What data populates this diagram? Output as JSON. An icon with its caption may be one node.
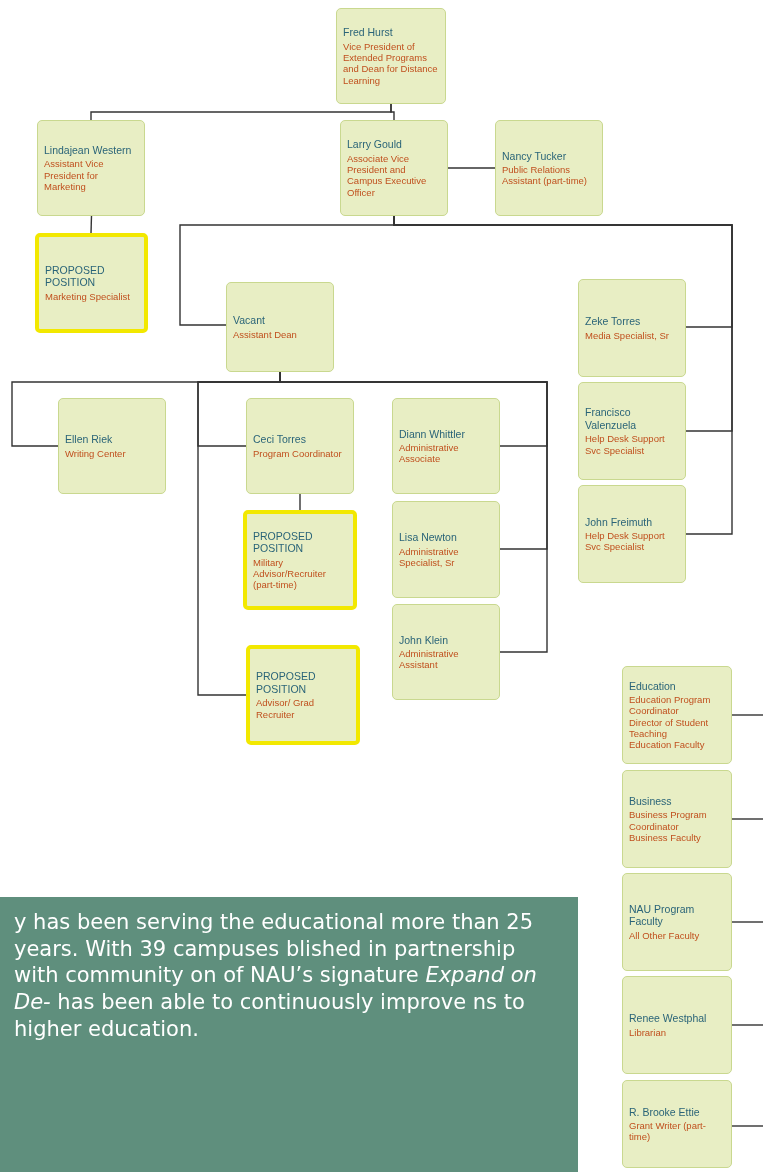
{
  "diagram": {
    "nodes": [
      {
        "text": [
          "Fred Hurst",
          "Vice President of Extended Programs and Dean for Distance Learning"
        ]
      },
      {
        "text": [
          "Lindajean Western",
          "Assistant Vice President for Marketing"
        ]
      },
      {
        "text": [
          "Larry Gould",
          "Associate Vice President and Campus Executive Officer"
        ]
      },
      {
        "text": [
          "Nancy Tucker",
          "Public Relations Assistant (part-time)"
        ]
      },
      {
        "text": [
          "PROPOSED POSITION",
          "Marketing Specialist"
        ]
      },
      {
        "text": [
          "Vacant",
          "Assistant Dean"
        ]
      },
      {
        "text": [
          "Zeke Torres",
          "Media Specialist, Sr"
        ]
      },
      {
        "text": [
          "Francisco Valenzuela",
          "Help Desk Support Svc Specialist"
        ]
      },
      {
        "text": [
          "John Freimuth",
          "Help Desk Support Svc Specialist"
        ]
      },
      {
        "text": [
          "Ellen Riek",
          "Writing Center"
        ]
      },
      {
        "text": [
          "Ceci Torres",
          "Program Coordinator"
        ]
      },
      {
        "text": [
          "Diann Whittler",
          "Administrative Associate"
        ]
      },
      {
        "text": [
          "PROPOSED POSITION",
          "Military Advisor/Recruiter (part-time)"
        ]
      },
      {
        "text": [
          "Lisa Newton",
          "Administrative Specialist, Sr"
        ]
      },
      {
        "text": [
          "PROPOSED POSITION",
          "Advisor/ Grad Recruiter"
        ]
      },
      {
        "text": [
          "John Klein",
          "Administrative Assistant"
        ]
      },
      {
        "text": [
          "Education",
          "Education Program Coordinator",
          "Director of Student Teaching",
          "Education Faculty"
        ]
      },
      {
        "text": [
          "Business",
          "Business Program Coordinator",
          "Business Faculty"
        ]
      },
      {
        "text": [
          "NAU Program Faculty",
          "All Other Faculty"
        ]
      },
      {
        "text": [
          "Renee Westphal",
          "Librarian"
        ]
      },
      {
        "text": [
          "R. Brooke Ettie",
          "Grant Writer (part-time)"
        ]
      },
      {
        "text": [
          "y has been serving the educational more than 25 years. With 39 campuses blished in partnership with community on of NAU’s signature *Expand on De-* has been able to continuously improve ns to higher education."
        ]
      }
    ],
    "edges": [
      {
        "from": 0,
        "to": 1,
        "arrow": "none"
      },
      {
        "from": 0,
        "to": 2,
        "arrow": "none"
      },
      {
        "from": 2,
        "to": 3,
        "arrow": "none"
      },
      {
        "from": 1,
        "to": 4,
        "arrow": "none"
      },
      {
        "from": 2,
        "to": 5,
        "arrow": "none"
      },
      {
        "from": 2,
        "to": 6,
        "arrow": "none"
      },
      {
        "from": 2,
        "to": 7,
        "arrow": "none"
      },
      {
        "from": 2,
        "to": 8,
        "arrow": "none"
      },
      {
        "from": 5,
        "to": 9,
        "arrow": "none"
      },
      {
        "from": 5,
        "to": 10,
        "arrow": "none"
      },
      {
        "from": 5,
        "to": 14,
        "arrow": "none"
      },
      {
        "from": 5,
        "to": 11,
        "arrow": "none"
      },
      {
        "from": 5,
        "to": 13,
        "arrow": "none"
      },
      {
        "from": 5,
        "to": 15,
        "arrow": "none"
      },
      {
        "from": 10,
        "to": 12,
        "arrow": "none"
      },
      {
        "from": null,
        "to": 16,
        "arrow": "none"
      },
      {
        "from": null,
        "to": 17,
        "arrow": "none"
      },
      {
        "from": null,
        "to": 18,
        "arrow": "none"
      },
      {
        "from": null,
        "to": 19,
        "arrow": "none"
      },
      {
        "from": null,
        "to": 20,
        "arrow": "none"
      }
    ]
  }
}
